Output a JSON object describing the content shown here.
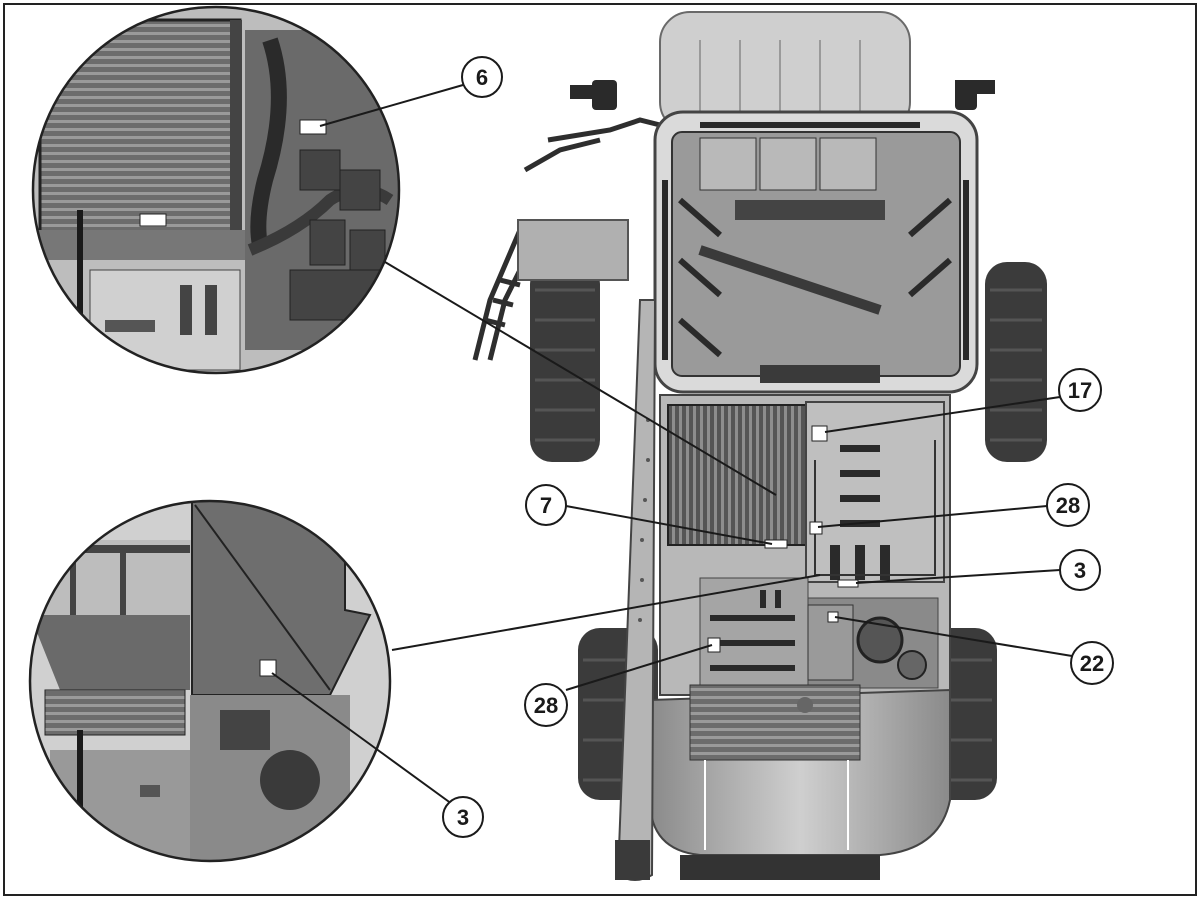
{
  "callouts": [
    {
      "id": "c6",
      "label": "6"
    },
    {
      "id": "c17",
      "label": "17"
    },
    {
      "id": "c7",
      "label": "7"
    },
    {
      "id": "c28a",
      "label": "28"
    },
    {
      "id": "c3a",
      "label": "3"
    },
    {
      "id": "c22",
      "label": "22"
    },
    {
      "id": "c28b",
      "label": "28"
    },
    {
      "id": "c3b",
      "label": "3"
    }
  ],
  "colors": {
    "frame": "#222222",
    "machine_light": "#c9c9c9",
    "machine_mid": "#9a9a9a",
    "machine_dark": "#3a3a3a",
    "decal": "#ffffff"
  }
}
